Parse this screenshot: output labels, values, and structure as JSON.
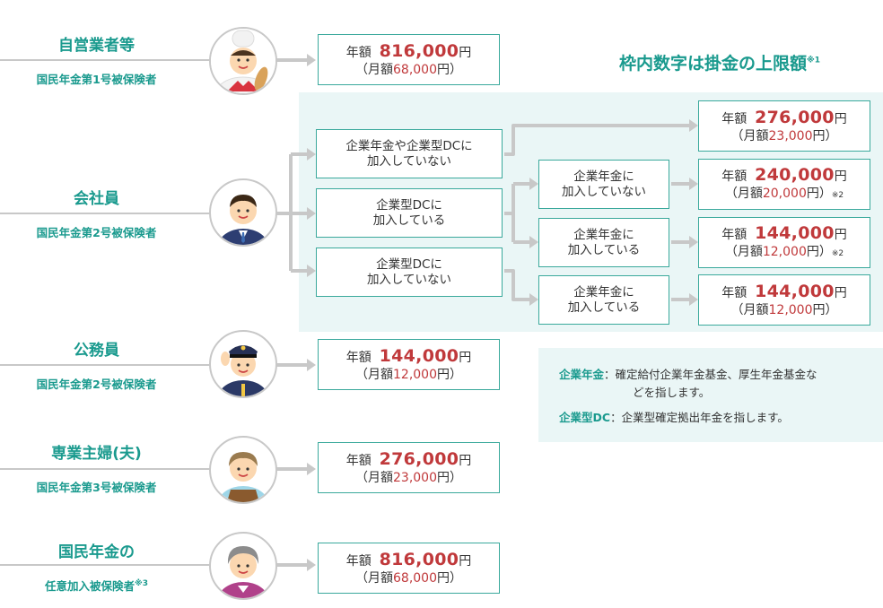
{
  "title": {
    "text": "枠内数字は掛金の上限額",
    "note": "※1"
  },
  "categories": [
    {
      "title": "自営業者等",
      "sub": "国民年金第1号被保険者",
      "sub_note": ""
    },
    {
      "title": "会社員",
      "sub": "国民年金第2号被保険者",
      "sub_note": ""
    },
    {
      "title": "公務員",
      "sub": "国民年金第2号被保険者",
      "sub_note": ""
    },
    {
      "title": "専業主婦(夫)",
      "sub": "国民年金第3号被保険者",
      "sub_note": ""
    },
    {
      "title": "国民年金の",
      "sub": "任意加入被保険者",
      "sub_note": "※3"
    }
  ],
  "amounts": {
    "self_employed": {
      "label": "年額",
      "annual": "816,000",
      "yen": "円",
      "monthly_prefix": "（月額",
      "monthly": "68,000",
      "monthly_suffix": "円）",
      "note": ""
    },
    "emp_none": {
      "label": "年額",
      "annual": "276,000",
      "yen": "円",
      "monthly_prefix": "（月額",
      "monthly": "23,000",
      "monthly_suffix": "円）",
      "note": ""
    },
    "emp_dc_no_db": {
      "label": "年額",
      "annual": "240,000",
      "yen": "円",
      "monthly_prefix": "（月額",
      "monthly": "20,000",
      "monthly_suffix": "円）",
      "note": "※2"
    },
    "emp_dc_db": {
      "label": "年額",
      "annual": "144,000",
      "yen": "円",
      "monthly_prefix": "（月額",
      "monthly": "12,000",
      "monthly_suffix": "円）",
      "note": "※2"
    },
    "emp_nodc_db": {
      "label": "年額",
      "annual": "144,000",
      "yen": "円",
      "monthly_prefix": "（月額",
      "monthly": "12,000",
      "monthly_suffix": "円）",
      "note": ""
    },
    "public": {
      "label": "年額",
      "annual": "144,000",
      "yen": "円",
      "monthly_prefix": "（月額",
      "monthly": "12,000",
      "monthly_suffix": "円）",
      "note": ""
    },
    "housewife": {
      "label": "年額",
      "annual": "276,000",
      "yen": "円",
      "monthly_prefix": "（月額",
      "monthly": "23,000",
      "monthly_suffix": "円）",
      "note": ""
    },
    "voluntary": {
      "label": "年額",
      "annual": "816,000",
      "yen": "円",
      "monthly_prefix": "（月額",
      "monthly": "68,000",
      "monthly_suffix": "円）",
      "note": ""
    }
  },
  "conditions": {
    "c1": [
      "企業年金や企業型DCに",
      "加入していない"
    ],
    "c2": [
      "企業型DCに",
      "加入している"
    ],
    "c3": [
      "企業型DCに",
      "加入していない"
    ],
    "c4": [
      "企業年金に",
      "加入していない"
    ],
    "c5": [
      "企業年金に",
      "加入している"
    ],
    "c6": [
      "企業年金に",
      "加入している"
    ]
  },
  "legend": {
    "k1": "企業年金",
    "sep": "：",
    "d1a": "確定給付企業年金基金、厚生年金基金な",
    "d1b": "どを指します。",
    "k2": "企業型DC",
    "d2": "企業型確定拠出年金を指します。"
  },
  "colors": {
    "accent": "#1a9a8e",
    "amount": "#c0393b",
    "panel": "#eaf6f6",
    "line": "#c8c8c8"
  },
  "icons": [
    "chef-icon",
    "office-worker-icon",
    "police-officer-icon",
    "housewife-icon",
    "elderly-woman-icon"
  ]
}
